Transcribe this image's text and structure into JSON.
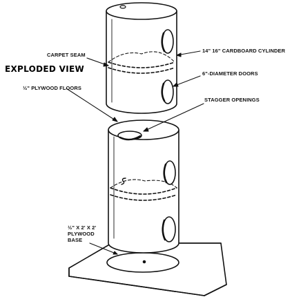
{
  "title": "EXPLODED VIEW",
  "labels": {
    "carpet_seam": "CARPET SEAM",
    "cylinder": "14\" 16\" CARDBOARD CYLINDER",
    "doors": "6\"-DIAMETER DOORS",
    "floors": "½\" PLYWOOD FLOORS",
    "stagger": "STAGGER OPENINGS",
    "base_line1": "½\" X 2' X 2'",
    "base_line2": "PLYWOOD",
    "base_line3": "BASE"
  }
}
